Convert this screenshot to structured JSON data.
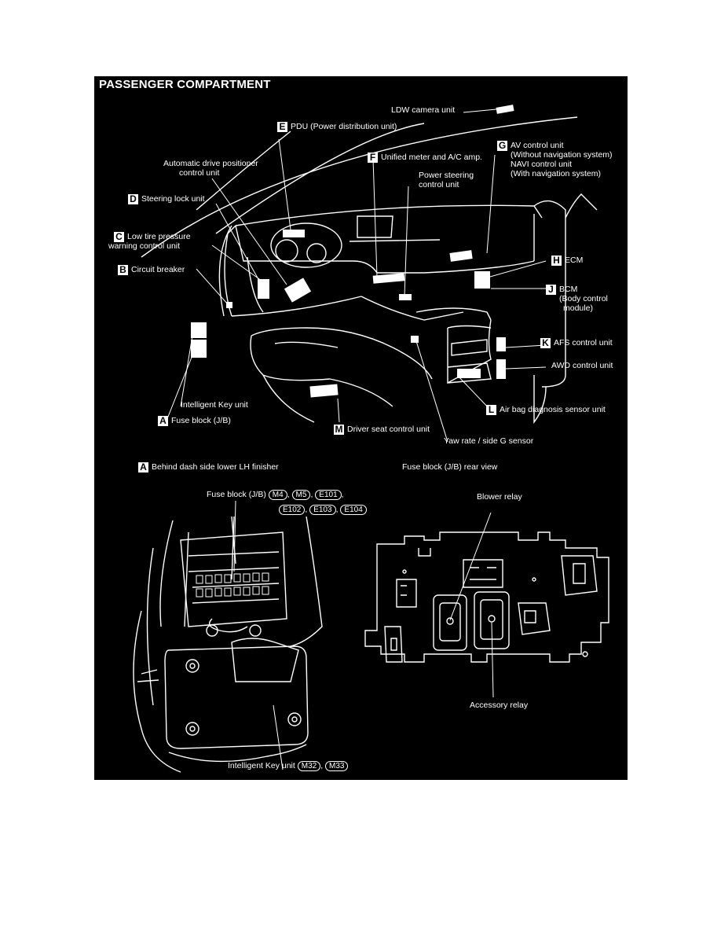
{
  "colors": {
    "background": "#000000",
    "ink": "#ffffff",
    "page": "#ffffff"
  },
  "title": "PASSENGER COMPARTMENT",
  "labels": {
    "ldw": "LDW camera unit",
    "pdu": "PDU (Power distribution unit)",
    "meter": "Unified meter and A/C amp.",
    "av_1": "AV control unit",
    "av_2": "(Without navigation system)",
    "av_3": "NAVI control unit",
    "av_4": "(With navigation system)",
    "adp_1": "Automatic drive positioner",
    "adp_2": "control unit",
    "ps_1": "Power steering",
    "ps_2": "control unit",
    "steering_lock": "Steering lock unit",
    "tire_1": "Low tire pressure",
    "tire_2": "warning control unit",
    "breaker": "Circuit breaker",
    "ecm": "ECM",
    "bcm_1": "BCM",
    "bcm_2": "(Body control",
    "bcm_3": "module)",
    "afs": "AFS control unit",
    "awd": "AWD control unit",
    "ikey": "Intelligent Key unit",
    "fuse": "Fuse block (J/B)",
    "airbag": "Air bag diagnosis sensor unit",
    "seat": "Driver seat control unit",
    "yaw": "Yaw rate / side G sensor",
    "behind": "Behind dash side lower LH finisher",
    "rear_view": "Fuse block (J/B) rear view",
    "fuse_conn": "Fuse block (J/B)",
    "blower": "Blower relay",
    "accessory": "Accessory relay",
    "ikey_conn": "Intelligent Key unit"
  },
  "markers": {
    "A": "A",
    "B": "B",
    "C": "C",
    "D": "D",
    "E": "E",
    "F": "F",
    "G": "G",
    "H": "H",
    "J": "J",
    "K": "K",
    "L": "L",
    "M": "M",
    "A2": "A"
  },
  "connectors": {
    "fuse_row1": [
      "M4",
      "M5",
      "E101"
    ],
    "fuse_row2": [
      "E102",
      "E103",
      "E104"
    ],
    "ikey": [
      "M32",
      "M33"
    ],
    "sep": ","
  }
}
